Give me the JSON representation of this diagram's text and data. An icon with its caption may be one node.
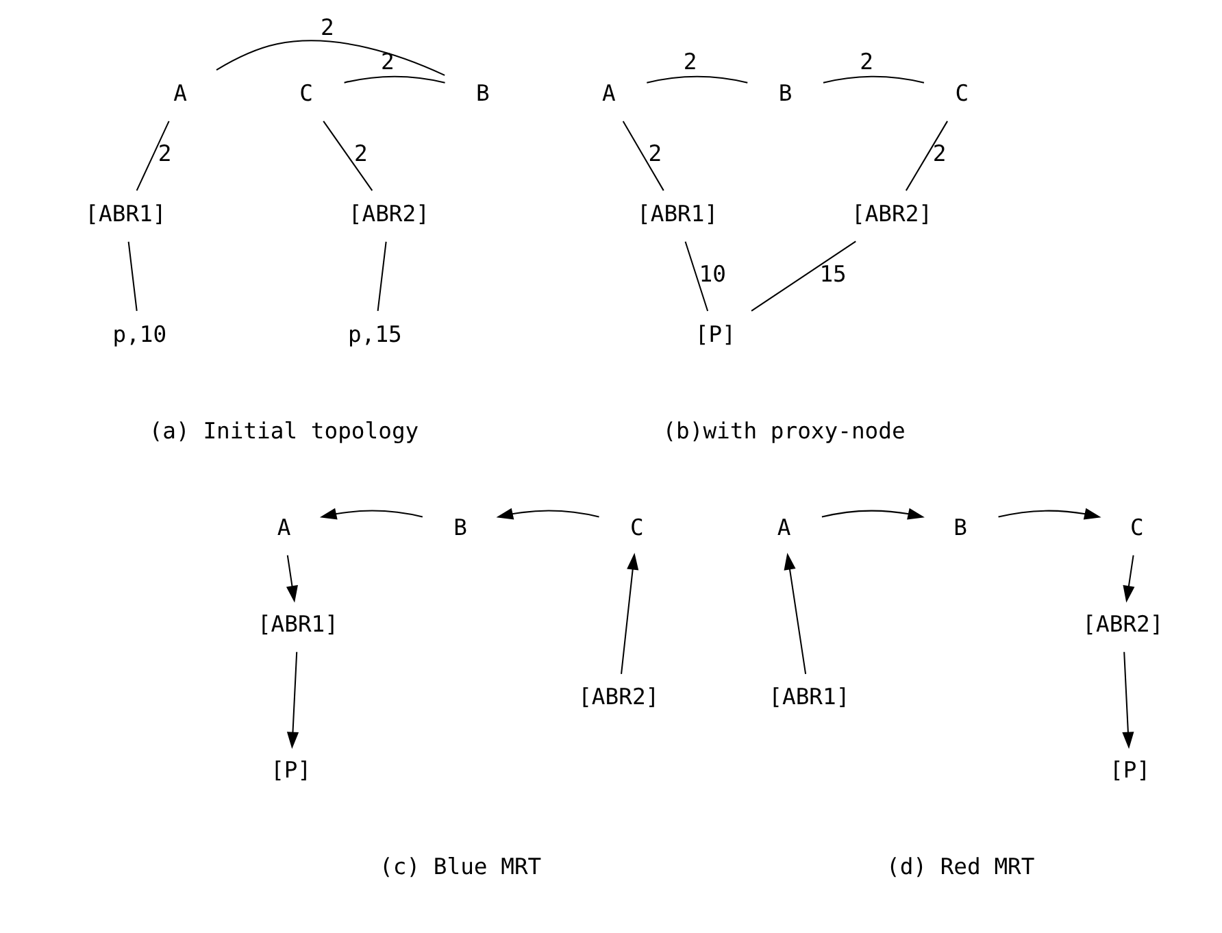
{
  "diagram": {
    "nodes": [
      {
        "text": [
          "A"
        ]
      },
      {
        "text": [
          "B"
        ]
      },
      {
        "text": [
          "C"
        ]
      },
      {
        "text": [
          "[ABR1]"
        ]
      },
      {
        "text": [
          "[ABR2]"
        ]
      },
      {
        "text": [
          "p,10"
        ]
      },
      {
        "text": [
          "p,15"
        ]
      },
      {
        "text": [
          "A"
        ]
      },
      {
        "text": [
          "B"
        ]
      },
      {
        "text": [
          "C"
        ]
      },
      {
        "text": [
          "[ABR1]"
        ]
      },
      {
        "text": [
          "[ABR2]"
        ]
      },
      {
        "text": [
          "[P]"
        ]
      },
      {
        "text": [
          "A"
        ]
      },
      {
        "text": [
          "B"
        ]
      },
      {
        "text": [
          "C"
        ]
      },
      {
        "text": [
          "[ABR1]"
        ]
      },
      {
        "text": [
          "[ABR2]"
        ]
      },
      {
        "text": [
          "[P]"
        ]
      },
      {
        "text": [
          "A"
        ]
      },
      {
        "text": [
          "B"
        ]
      },
      {
        "text": [
          "C"
        ]
      },
      {
        "text": [
          "[ABR1]"
        ]
      },
      {
        "text": [
          "[ABR2]"
        ]
      },
      {
        "text": [
          "[P]"
        ]
      }
    ],
    "edges": [
      {
        "from": 0,
        "to": 1,
        "arrow": "none",
        "label": "2"
      },
      {
        "from": 1,
        "to": 2,
        "arrow": "none",
        "label": "2"
      },
      {
        "from": 0,
        "to": 3,
        "arrow": "none",
        "label": "2"
      },
      {
        "from": 2,
        "to": 4,
        "arrow": "none",
        "label": "2"
      },
      {
        "from": 3,
        "to": 5,
        "arrow": "none"
      },
      {
        "from": 4,
        "to": 6,
        "arrow": "none"
      },
      {
        "from": 7,
        "to": 8,
        "arrow": "none",
        "label": "2"
      },
      {
        "from": 8,
        "to": 9,
        "arrow": "none",
        "label": "2"
      },
      {
        "from": 7,
        "to": 10,
        "arrow": "none",
        "label": "2"
      },
      {
        "from": 9,
        "to": 11,
        "arrow": "none",
        "label": "2"
      },
      {
        "from": 10,
        "to": 12,
        "arrow": "none",
        "label": "10"
      },
      {
        "from": 11,
        "to": 12,
        "arrow": "none",
        "label": "15"
      },
      {
        "from": 14,
        "to": 13,
        "arrow": "to"
      },
      {
        "from": 15,
        "to": 14,
        "arrow": "to"
      },
      {
        "from": 13,
        "to": 16,
        "arrow": "to"
      },
      {
        "from": 17,
        "to": 15,
        "arrow": "to"
      },
      {
        "from": 16,
        "to": 18,
        "arrow": "to"
      },
      {
        "from": 19,
        "to": 20,
        "arrow": "to"
      },
      {
        "from": 20,
        "to": 21,
        "arrow": "to"
      },
      {
        "from": 22,
        "to": 19,
        "arrow": "to"
      },
      {
        "from": 21,
        "to": 23,
        "arrow": "to"
      },
      {
        "from": 23,
        "to": 24,
        "arrow": "to"
      }
    ],
    "labels": [
      "(a) Initial topology",
      "(b)with proxy-node",
      "(c) Blue MRT",
      "(d) Red MRT"
    ]
  }
}
